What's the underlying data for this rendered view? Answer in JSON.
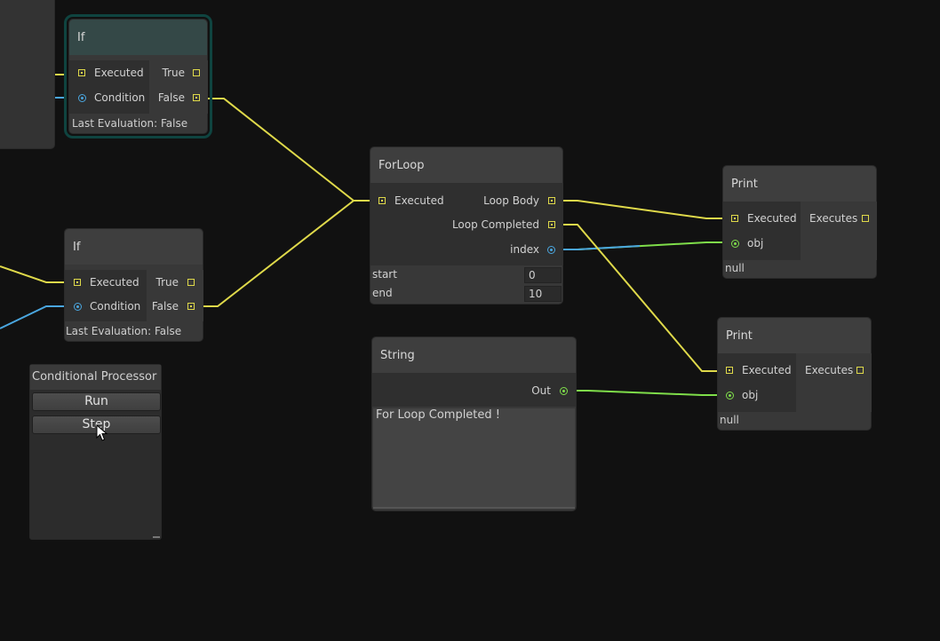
{
  "nodes": {
    "if_top": {
      "title": "If",
      "inputs": [
        "Executed",
        "Condition"
      ],
      "outputs": [
        "True",
        "False"
      ],
      "footer": "Last Evaluation: False"
    },
    "if_mid": {
      "title": "If",
      "inputs": [
        "Executed",
        "Condition"
      ],
      "outputs": [
        "True",
        "False"
      ],
      "footer": "Last Evaluation: False"
    },
    "forloop": {
      "title": "ForLoop",
      "input": "Executed",
      "outputs": [
        "Loop Body",
        "Loop Completed",
        "index"
      ],
      "start_label": "start",
      "start_value": "0",
      "end_label": "end",
      "end_value": "10"
    },
    "print_top": {
      "title": "Print",
      "inputs": [
        "Executed",
        "obj"
      ],
      "output": "Executes",
      "footer": "null"
    },
    "print_bottom": {
      "title": "Print",
      "inputs": [
        "Executed",
        "obj"
      ],
      "output": "Executes",
      "footer": "null"
    },
    "string": {
      "title": "String",
      "output": "Out",
      "text": "For Loop Completed !"
    }
  },
  "processor": {
    "title": "Conditional Processor",
    "run_label": "Run",
    "step_label": "Step"
  },
  "colors": {
    "background": "#111111",
    "exec_wire": "#dfd94a",
    "bool_wire": "#4aa6df",
    "string_wire": "#7fde4a",
    "selection_outline": "#0f4440"
  }
}
